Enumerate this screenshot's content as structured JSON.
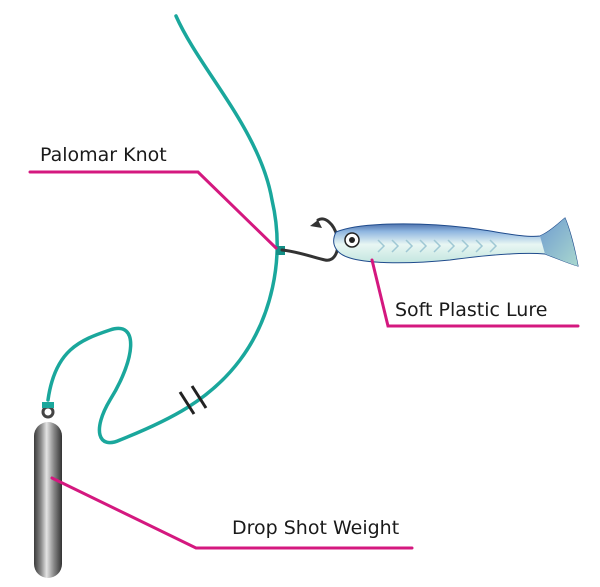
{
  "labels": {
    "knot": "Palomar Knot",
    "lure": "Soft Plastic Lure",
    "weight": "Drop Shot Weight"
  },
  "colors": {
    "line": "#1aa79c",
    "callout": "#d4187f",
    "hook": "#333333",
    "text": "#1a1a1a"
  }
}
